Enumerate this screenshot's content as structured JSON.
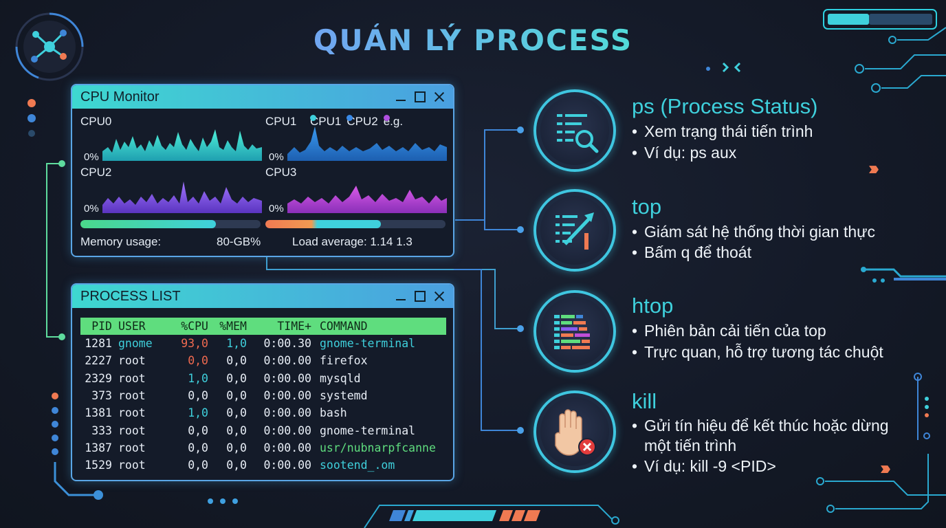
{
  "title": "QUẢN LÝ PROCESS",
  "cpu_monitor": {
    "title": "CPU Monitor",
    "graphs": [
      "CPU0",
      "CPU1",
      "CPU2",
      "CPU3"
    ],
    "zero_label": "0%",
    "legend": [
      "CPU1",
      "CPU2",
      "e.g."
    ],
    "memory_label": "Memory usage:",
    "memory_value": "80-GB%",
    "load_label": "Load average: 1.14 1.3",
    "memory_fill": 0.75,
    "load_fill": 0.64
  },
  "process_list": {
    "title": "PROCESS LIST",
    "columns": [
      "PID",
      "USER",
      "%CPU",
      "%MEM",
      "TIME+",
      "COMMAND"
    ],
    "rows": [
      [
        "1281",
        "gnome",
        "93,0",
        "1,0",
        "0:00.30",
        "gnome-terminal"
      ],
      [
        "2227",
        "root",
        "0,0",
        "0,0",
        "0:00.00",
        "firefox"
      ],
      [
        "2329",
        "root",
        "1,0",
        "0,0",
        "0:00.00",
        "mysqld"
      ],
      [
        "373",
        "root",
        "0,0",
        "0,0",
        "0:00.00",
        "systemd"
      ],
      [
        "1381",
        "root",
        "1,0",
        "0,0",
        "0:00.00",
        "bash"
      ],
      [
        "333",
        "root",
        "0,0",
        "0,0",
        "0:00.00",
        "gnome-terminal"
      ],
      [
        "1387",
        "root",
        "0,0",
        "0,0",
        "0:00.00",
        "usr/nubnarpfcanne"
      ],
      [
        "1529",
        "root",
        "0,0",
        "0,0",
        "0:00.00",
        "sootend_.om"
      ]
    ]
  },
  "commands": [
    {
      "name": "ps (Process Status)",
      "icon": "search-list-icon",
      "bullets": [
        "Xem trạng thái tiến trình",
        "Ví dụ: ps aux"
      ]
    },
    {
      "name": "top",
      "icon": "trend-up-icon",
      "bullets": [
        "Giám sát hệ thống thời gian thực",
        "Bấm q để thoát"
      ]
    },
    {
      "name": "htop",
      "icon": "colored-bars-icon",
      "bullets": [
        "Phiên bản cải tiến của top",
        "Trực quan, hỗ trợ tương tác chuột"
      ]
    },
    {
      "name": "kill",
      "icon": "stop-hand-icon",
      "bullets": [
        "Gửi tín hiệu để kết thúc hoặc dừng",
        "một tiến trình",
        "Ví dụ: kill -9 <PID>"
      ]
    }
  ],
  "colors": {
    "accent_cyan": "#3fd0dc",
    "accent_blue": "#4a9fe0",
    "accent_purple": "#8a5cf0",
    "accent_magenta": "#c04ed8",
    "accent_orange": "#f07a52",
    "table_header": "#5fdd7e",
    "cmd_green": "#5fdd7e",
    "cpu_red": "#f06a50",
    "cpu_cyan": "#3fd0dc"
  }
}
